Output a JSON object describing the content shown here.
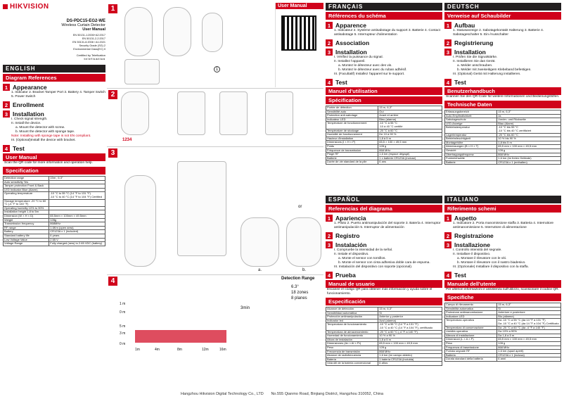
{
  "brand": "HIKVISION",
  "model": "DS-PDC15-EG2-WE",
  "product": "Wireless Curtain Detector",
  "doc": "User Manual",
  "standards": [
    "EN 50131-1:2006+A2:2017",
    "EN 50131-2-2:2017",
    "EN 50131-6:2008 / A1:2021",
    "Security Grade (SG) 2",
    "Environmental Class(EC) II"
  ],
  "certified": "Certified by Telefication",
  "en": {
    "lang": "ENGLISH",
    "diagram": "Diagram References",
    "appearance": "Appearance",
    "appearance_text": "1. Indicator 2. Bracket Tamper Port 3. Battery 4. Tamper Switch 5. Power Switch",
    "enrollment": "Enrollment",
    "installation": "Installation",
    "i1": "I. Check signal strength.",
    "i2": "II. Install the device.",
    "i2a": "a. Mount the detector with screw.",
    "i2b": "b. Mount the detector with sponge tape.",
    "note": "Note: Installing with sponge tape is not EN compliant.",
    "i3": "III. (Optional)Install the device with bracket.",
    "test": "Test",
    "manual": "User Manual",
    "manual_text": "Scan the QR code for more information and operation help.",
    "spec": "Specification",
    "rows": [
      [
        "Detection range",
        "15m , 6.3°"
      ],
      [
        "Auto sensitivity Yes",
        ""
      ],
      [
        "Tamper protection Front & Back",
        ""
      ],
      [
        "LED Indicator Blue (Alarm)",
        ""
      ],
      [
        "Operating temperature",
        "-10 °C to 55 °C (14 °F to 131 °F)\n-10 °C to 40 °C (14 °F to 104 °F) Certified"
      ],
      [
        "Storage temperature -20 °C to 60 °C (-4 °F to 140 °F)",
        ""
      ],
      [
        "Operating humidity 10% to 90%",
        ""
      ],
      [
        "Installation height 1.8 to 5m",
        ""
      ],
      [
        "Dimension (W × H × D)",
        "65.5mm × 100mm × 49.5mm"
      ],
      [
        "Weight",
        "128g"
      ],
      [
        "Transmission frequency",
        "868MHz"
      ],
      [
        "RF range",
        "1.6Km (open area)"
      ],
      [
        "Battery",
        "CR123A x 1 (included)"
      ],
      [
        "Standard battery life",
        "6 years"
      ],
      [
        "Low Voltage Value",
        "2.65 V"
      ],
      [
        "Voltage Range",
        "Fully charged (new) to 2.65 VDC (battery)"
      ]
    ]
  },
  "fr": {
    "lang": "FRANÇAIS",
    "diagram": "Références du schéma",
    "appearance": "Apparence",
    "appearance_text": "1. Indicateur 2. Système antisabotage du support 3. Batterie 4. Contact antisabotage 5. Interrupteur d'alimentation",
    "association": "Association",
    "installation": "Installation",
    "i1": "I. Vérifiez la puissance du signal.",
    "i2": "II. Installez l'appareil.",
    "i2a": "a. Montez le détecteur avec des vis.",
    "i2b": "b. Montez le détecteur avec du ruban adhésif.",
    "i3": "III. (Facultatif) Installez l'appareil sur le support.",
    "test": "Test",
    "manual": "Manuel d'utilisation",
    "spec": "Spécification",
    "rows": [
      [
        "Portée de détection",
        "15 m, 6,3°"
      ],
      [
        "Sensibilité auto",
        "Oui"
      ],
      [
        "Protection anti-sabotage",
        "Avant et arrière"
      ],
      [
        "Indicateur LED",
        "Bleu (alarme)"
      ],
      [
        "Température de fonctionnement",
        "-10 °C à 55 °C\n-10 à 40 °C certifié"
      ],
      [
        "Température de stockage",
        "-20 °C à 60 °C"
      ],
      [
        "Humidité de fonctionnement",
        "De 10 à 90 %"
      ],
      [
        "Hauteur d'installation",
        "1,8 à 5 m"
      ],
      [
        "Dimensions (l × H × P)",
        "65,5 × 100 × 49,5 mm"
      ],
      [
        "Poids",
        "128 g"
      ],
      [
        "Fréquence de transmission",
        "868 MHz"
      ],
      [
        "Plage RF",
        "1,6 km (espace dégagé)"
      ],
      [
        "Batterie",
        "1 x batterie CR123A (incluse)"
      ],
      [
        "Durée de vie standard de la pile",
        "6 ans"
      ]
    ]
  },
  "de": {
    "lang": "DEUTSCH",
    "diagram": "Verweise auf Schaubilder",
    "appearance": "Aufbau",
    "appearance_text": "1. Statusanzeige 2. Sabotagekontakt Halterung 3. Batterie 4. Sabotageschalter 5. Ein-/Ausschalter",
    "registration": "Registrierung",
    "installation": "Installation",
    "i1": "I. Prüfen Sie die Signalstärke.",
    "i2": "II. Installieren Sie das Gerät.",
    "i2a": "a. Melder anschrauben.",
    "i2b": "b. Melder mit zweiseitigem Klebeband befestigen.",
    "i3": "III. (Optional) Gerät mit Halterung installieren.",
    "test": "Test",
    "manual": "Benutzerhandbuch",
    "manual_text": "Scannen Sie den QR-Code für weitere Informationen und Bedienungshilfen.",
    "spec": "Technische Daten",
    "rows": [
      [
        "Erfassungsbereich",
        "15 m, 6,3°"
      ],
      [
        "Auto-Empfindlichkeit",
        "Ja"
      ],
      [
        "Sabotageschutz",
        "Vorder- und Rückseite"
      ],
      [
        "LED-Anzeige",
        "Blau (Alarm)"
      ],
      [
        "Betriebstemperatur",
        "-10 °C bis 55 °C\n-10 °C bis 40 °C zertifiziert"
      ],
      [
        "Lagertemperatur",
        "-20 °C bis 60 °C"
      ],
      [
        "Betriebsfeuchtigkeit",
        "10 % bis 90 %"
      ],
      [
        "Montagehöhe",
        "1,8 bis 5 m"
      ],
      [
        "Abmessungen (B × H × T)",
        "65,5 mm × 100 mm × 49,5 mm"
      ],
      [
        "Gewicht",
        "128 g"
      ],
      [
        "Übertragungsfrequenz",
        "868 MHz"
      ],
      [
        "Funkreichweite",
        "1,6 km (im freien Gelände)"
      ],
      [
        "Batterie",
        "CR123A x 1 (enthalten)"
      ],
      [
        "Standard-Batterielebensdauer",
        "6 Jahre"
      ]
    ]
  },
  "es": {
    "lang": "ESPAÑOL",
    "diagram": "Referencias del diagrama",
    "appearance": "Apariencia",
    "appearance_text": "1. Piloto 2. Puerto antimanipulación del soporte 3. Batería 4. Interruptor antimanipulación 5. Interruptor de alimentación",
    "registration": "Registro",
    "installation": "Instalación",
    "i1": "I. Compruebe la intensidad de la señal.",
    "i2": "II. Instale el dispositivo.",
    "i2a": "a. Monte el sensor con tornillos.",
    "i2b": "b. Monte el sensor con cinta adhesiva doble cara de espuma.",
    "i3": "III. Instalación del dispositivo con soporte (opcional).",
    "test": "Prueba",
    "manual": "Manual de usuario",
    "manual_text": "Escanee el código QR para obtener más información y ayuda sobre el funcionamiento.",
    "spec": "Especificación",
    "rows": [
      [
        "Alcance de detección",
        "15 m, 6,3°"
      ],
      [
        "Sensibilidad automática",
        "Sí"
      ],
      [
        "Protección antimanipulación",
        "Anterior y posterior"
      ],
      [
        "Indicador led",
        "Azul (alarma)"
      ],
      [
        "Temperatura de funcionamiento",
        "-10 °C a 55 °C (14 °F a 131 °F)\n-10 °C a 40 °C (14 °F a 104 °F), certificado"
      ],
      [
        "Temperatura de almacenamiento",
        "-20 °C a 60 °C (-4 °F a 140 °F)"
      ],
      [
        "Humedad de funcionamiento",
        "10 % a 90 %"
      ],
      [
        "Altura de instalación",
        "1,8 a 5 m"
      ],
      [
        "Dimensiones (An × Al × Pr)",
        "65,5 mm × 100 mm × 49,5 mm"
      ],
      [
        "Peso",
        "128 g"
      ],
      [
        "Frecuencia de transmisión",
        "868 MHz"
      ],
      [
        "Alcance de radiofrecuencia",
        "1,6 km (en campo abierto)"
      ],
      [
        "Batería",
        "1 batería CR123A (incluida)"
      ],
      [
        "Vida útil de la batería convencional",
        "6 años"
      ]
    ]
  },
  "it": {
    "lang": "ITALIANO",
    "diagram": "Riferimento schemi",
    "appearance": "Aspetto",
    "appearance_text": "1. Indicatore 2. Porta manomissione staffa 3. Batteria 4. Interruttore antimanomissione 5. Interruttore di alimentazione",
    "registration": "Registrazione",
    "installation": "Installazione",
    "i1": "I. Controllo intensità del segnale.",
    "i2": "II. Installare il dispositivo.",
    "i2a": "a. Montare il rilevatore con le viti.",
    "i2b": "b. Montare il rilevatore con il nastro biadesivo.",
    "i3": "III. (Opzionale) Installare il dispositivo con la staffa.",
    "test": "Test",
    "manual": "Manuale dell'utente",
    "manual_text": "Per ulteriori informazioni e assistenza sull'utilizzo, scansionare il codice QR.",
    "spec": "Specifiche",
    "rows": [
      [
        "Campo di rilevamento",
        "15 m, 6,3°"
      ],
      [
        "Sensibilità automatica",
        "Sì"
      ],
      [
        "Protezione antimanomissione",
        "Anteriore e posteriore"
      ],
      [
        "Indicatore LED",
        "Blu (allarme)"
      ],
      [
        "Temperatura operativa",
        "Da -10 °C a 55 °C (da 14 °F a 131 °F)\nDa -10 °C a 40 °C (da 14 °F a 104 °F) Certificato"
      ],
      [
        "Temperatura di conservazione",
        "Da -20 °C a 60 °C (da -4 °F a 140 °F)"
      ],
      [
        "Umidità operativa",
        "Da 10% a 90%"
      ],
      [
        "Altezza di installazione",
        "Da 1,8 a 5 m"
      ],
      [
        "Dimensioni (L × A × P)",
        "65,5 mm × 100 mm × 49,5 mm"
      ],
      [
        "Peso",
        "128 g"
      ],
      [
        "Frequenza di trasmissione",
        "868 MHz"
      ],
      [
        "Portata segnale RF",
        "1,6 km (spazi aperti)"
      ],
      [
        "Batteria",
        "CR123A x 1 (inclusa)"
      ],
      [
        "Durata standard della batteria",
        "6 anni"
      ]
    ]
  },
  "diagram": {
    "step1": "1",
    "step2": "2",
    "step3": "3",
    "step4": "4",
    "user_manual_label": "User Manual",
    "pin": "1234",
    "a_label": "a.",
    "b_label": "b.",
    "or_label": "or",
    "detection_range": "Detection Range",
    "angle": "6.3°",
    "zones": "18 zones",
    "planes": "8 planes",
    "time": "3min",
    "h1": "1 m",
    "h0": "0 m",
    "h5": "5 m",
    "h3": "3 m",
    "h0b": "0 m",
    "d1": "1m",
    "d4": "4m",
    "d8": "8m",
    "d12": "12m",
    "d16": "16m"
  },
  "footer": {
    "company": "Hangzhou Hikvision Digital Technology Co., LTD",
    "address": "No.555 Qianmo Road, Binjiang District, Hangzhou 310052, China"
  }
}
